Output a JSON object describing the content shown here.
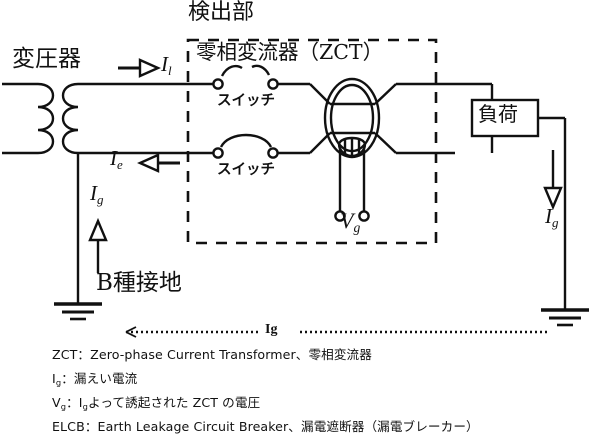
{
  "diagram": {
    "title_detection": "検出部",
    "zct_box_label": "零相変流器（ZCT）",
    "transformer_label": "変圧器",
    "load_label": "負荷",
    "ground_b_label": "B種接地",
    "switch_label_upper": "スイッチ",
    "switch_label_lower": "スイッチ",
    "current_line_symbol": "I",
    "current_line_sub": "l",
    "current_earth_symbol": "I",
    "current_earth_sub": "e",
    "current_ground_left_symbol": "I",
    "current_ground_left_sub": "g",
    "current_ground_right_symbol": "I",
    "current_ground_right_sub": "g",
    "voltage_symbol": "V",
    "voltage_sub": "g",
    "ig_path_label": "Ig",
    "colors": {
      "line": "#111111",
      "background": "#ffffff",
      "text": "#111111"
    }
  },
  "legend": {
    "lines": [
      {
        "term": "ZCT",
        "sep": "：",
        "body": "Zero-phase Current Transformer、零相変流器"
      },
      {
        "term": "I",
        "term_sub": "g",
        "sep": "：",
        "body": "漏えい電流"
      },
      {
        "term": "V",
        "term_sub": "g",
        "sep": "：",
        "body_pre": "I",
        "body_pre_sub": "g",
        "body": "よって誘起された ZCT の電圧"
      },
      {
        "term": "ELCB",
        "sep": "：",
        "body": "Earth Leakage Circuit Breaker、漏電遮断器（漏電ブレーカー）"
      }
    ]
  }
}
